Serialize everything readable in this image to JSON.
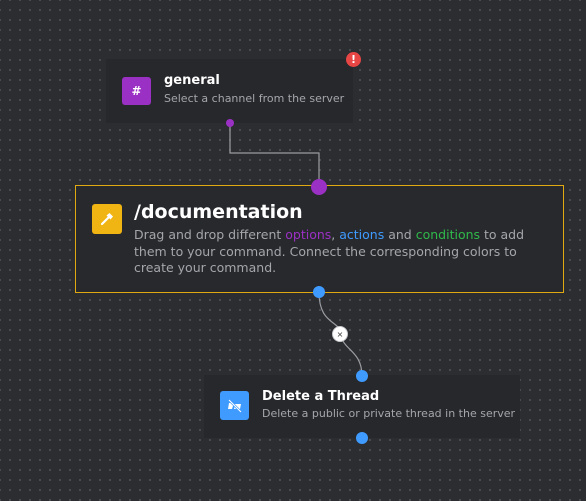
{
  "colors": {
    "background": "#2c2d31",
    "option_purple": "#9b30c4",
    "action_blue": "#3f9bff",
    "condition_green": "#2fb94a",
    "command_gold": "#f0b513",
    "error_red": "#e84545",
    "wire_gray": "#9a9ca1"
  },
  "nodes": {
    "general": {
      "icon": "hash-icon",
      "icon_glyph": "#",
      "title": "general",
      "description": "Select a channel from the server",
      "error_badge": "!"
    },
    "command": {
      "icon": "hammer-icon",
      "title": "/documentation",
      "description_parts": {
        "prefix": "Drag and drop different ",
        "options": "options",
        "comma": ", ",
        "actions": "actions",
        "and": " and ",
        "conditions": "conditions",
        "suffix": " to add them to your command. Connect the corresponding colors to create your command."
      }
    },
    "delete_thread": {
      "icon": "thread-off-icon",
      "title": "Delete a Thread",
      "description": "Delete a public or private thread in the server"
    }
  },
  "wire_delete_glyph": "×"
}
